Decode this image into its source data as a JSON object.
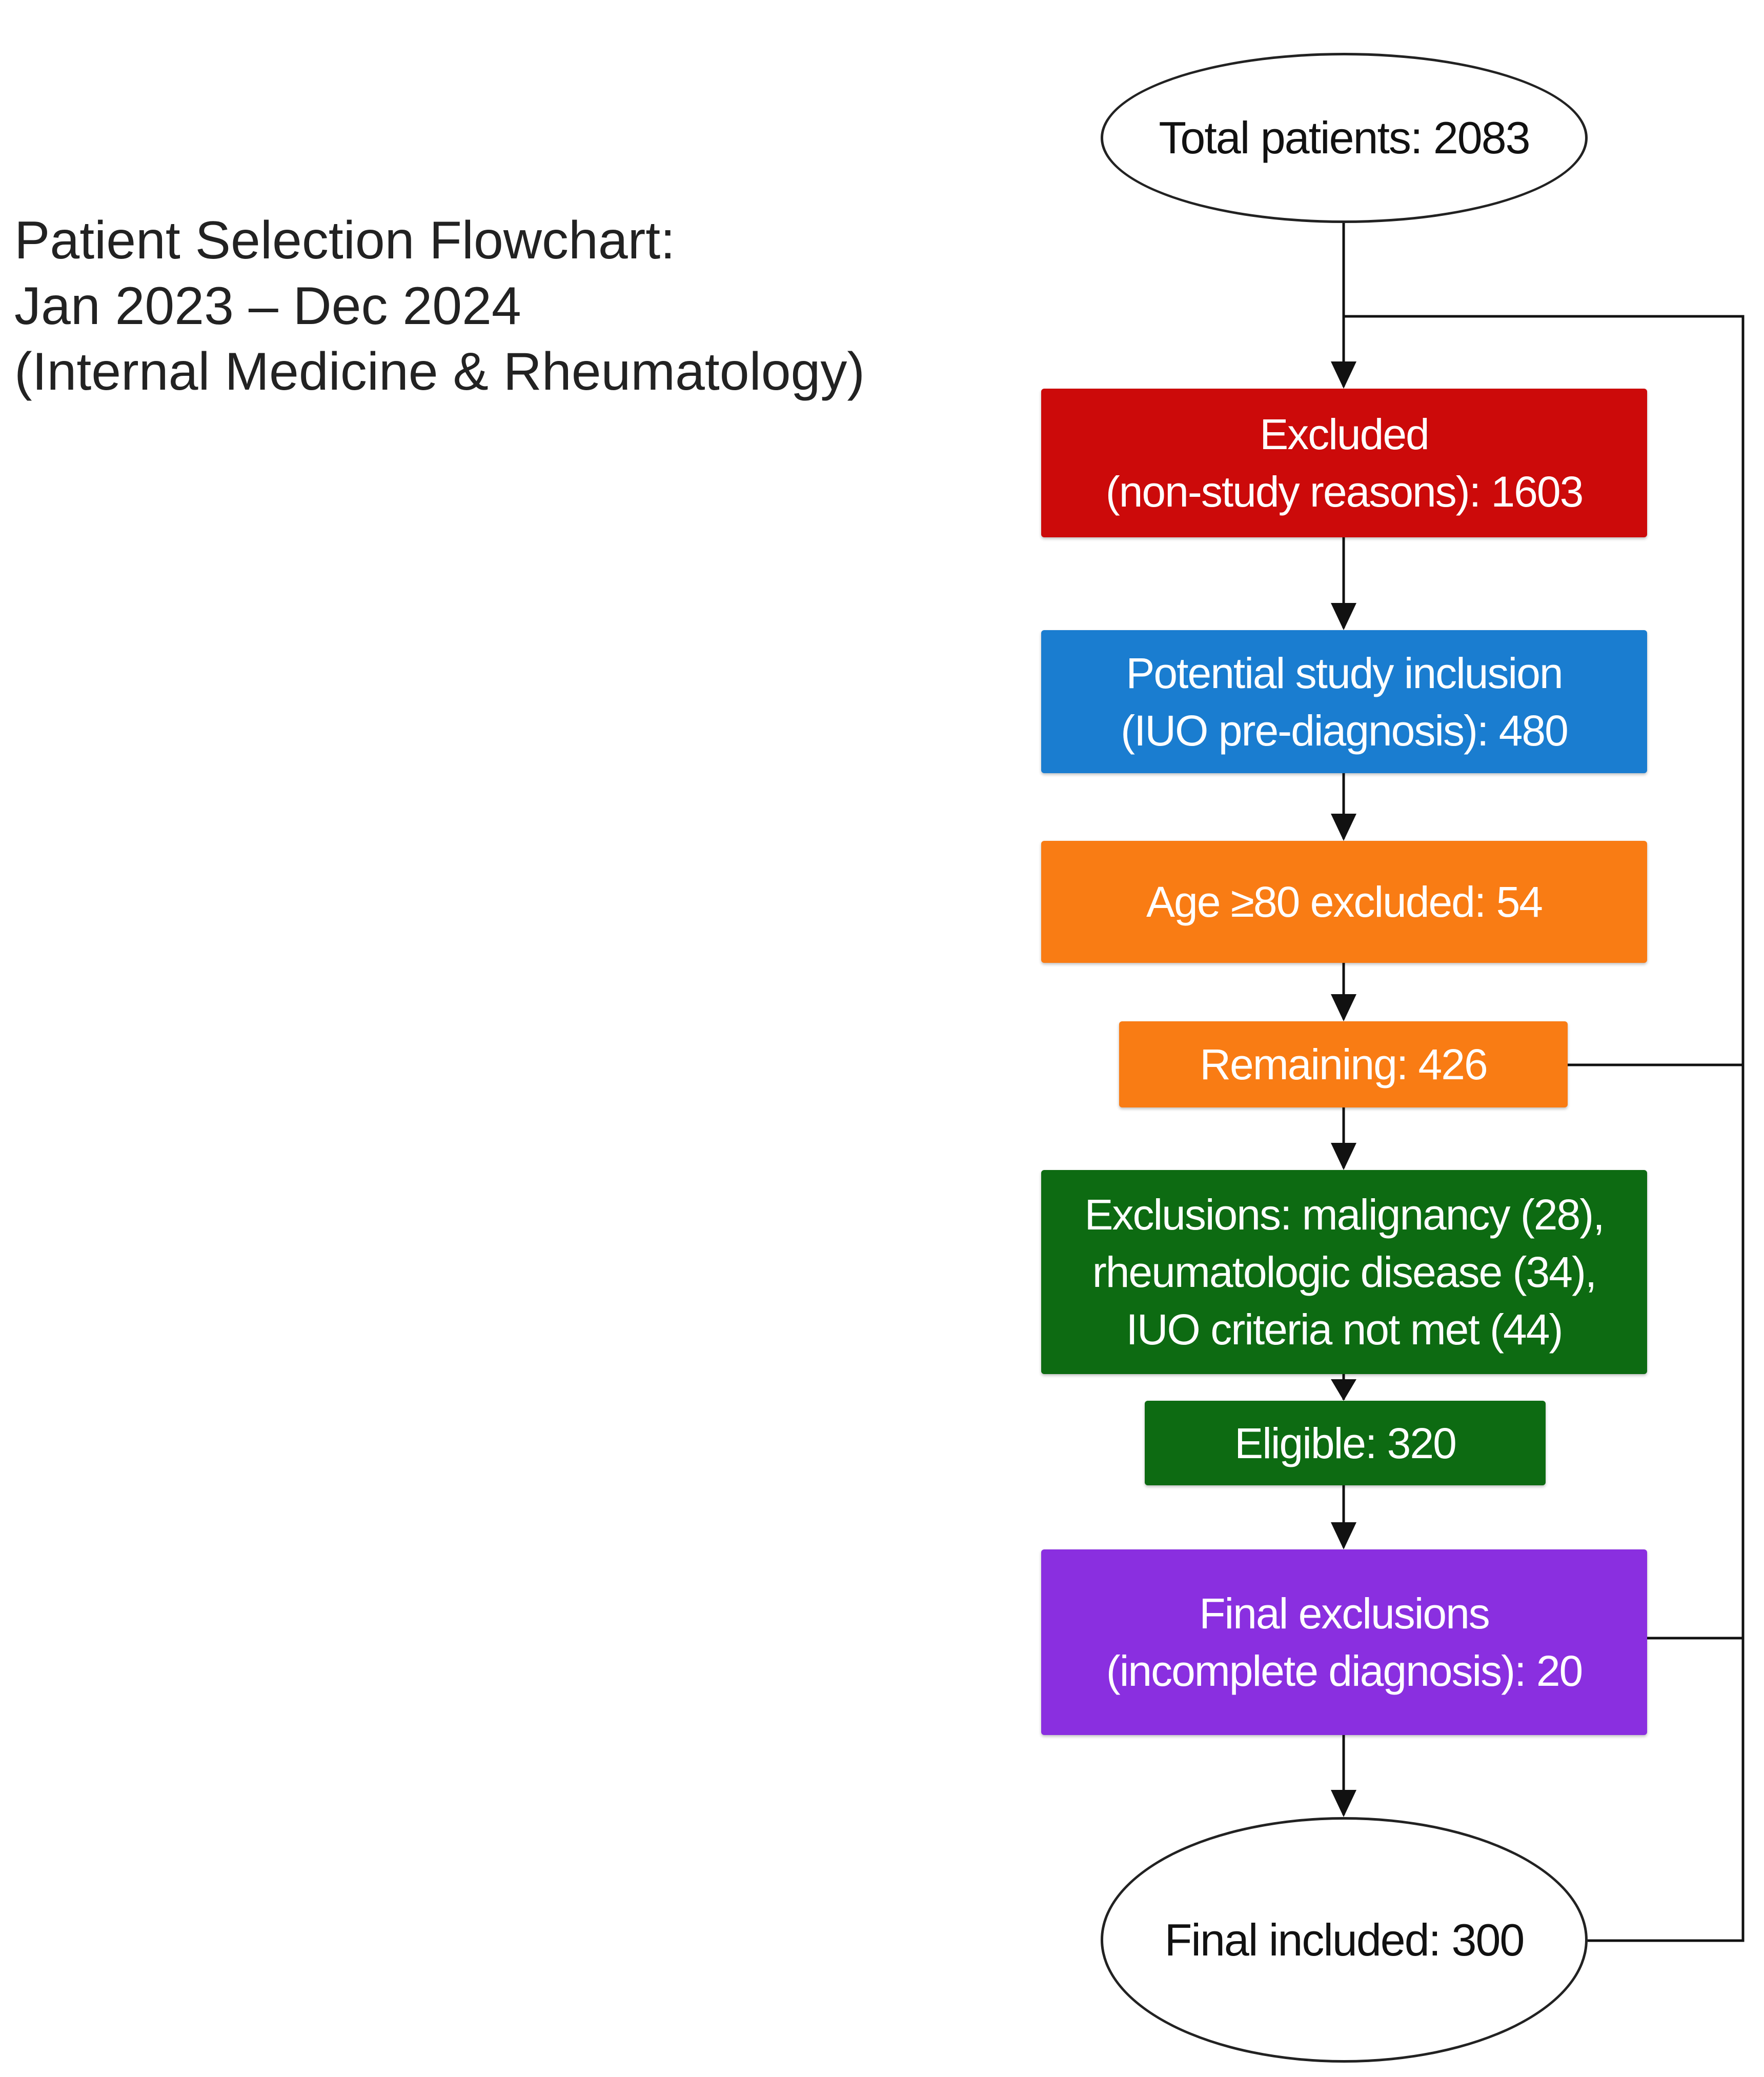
{
  "title": {
    "line1": "Patient Selection Flowchart:",
    "line2": "Jan 2023 – Dec 2024",
    "line3": "(Internal Medicine & Rheumatology)"
  },
  "nodes": {
    "total": "Total patients: 2083",
    "excluded_l1": "Excluded",
    "excluded_l2": "(non-study reasons): 1603",
    "potential_l1": "Potential study inclusion",
    "potential_l2": "(IUO pre-diagnosis): 480",
    "age": "Age ≥80 excluded: 54",
    "remaining": "Remaining: 426",
    "exclusions_l1": "Exclusions: malignancy (28),",
    "exclusions_l2": "rheumatologic disease (34),",
    "exclusions_l3": "IUO criteria not met (44)",
    "eligible": "Eligible: 320",
    "final_excl_l1": "Final exclusions",
    "final_excl_l2": "(incomplete diagnosis): 20",
    "final": "Final included: 300"
  },
  "colors": {
    "excluded": "#cc0a0a",
    "potential": "#1a7dd0",
    "age": "#f97c14",
    "remaining": "#f97c14",
    "exclusions": "#0d6b12",
    "eligible": "#0d6b12",
    "final_exclusions": "#8a2fe0"
  }
}
